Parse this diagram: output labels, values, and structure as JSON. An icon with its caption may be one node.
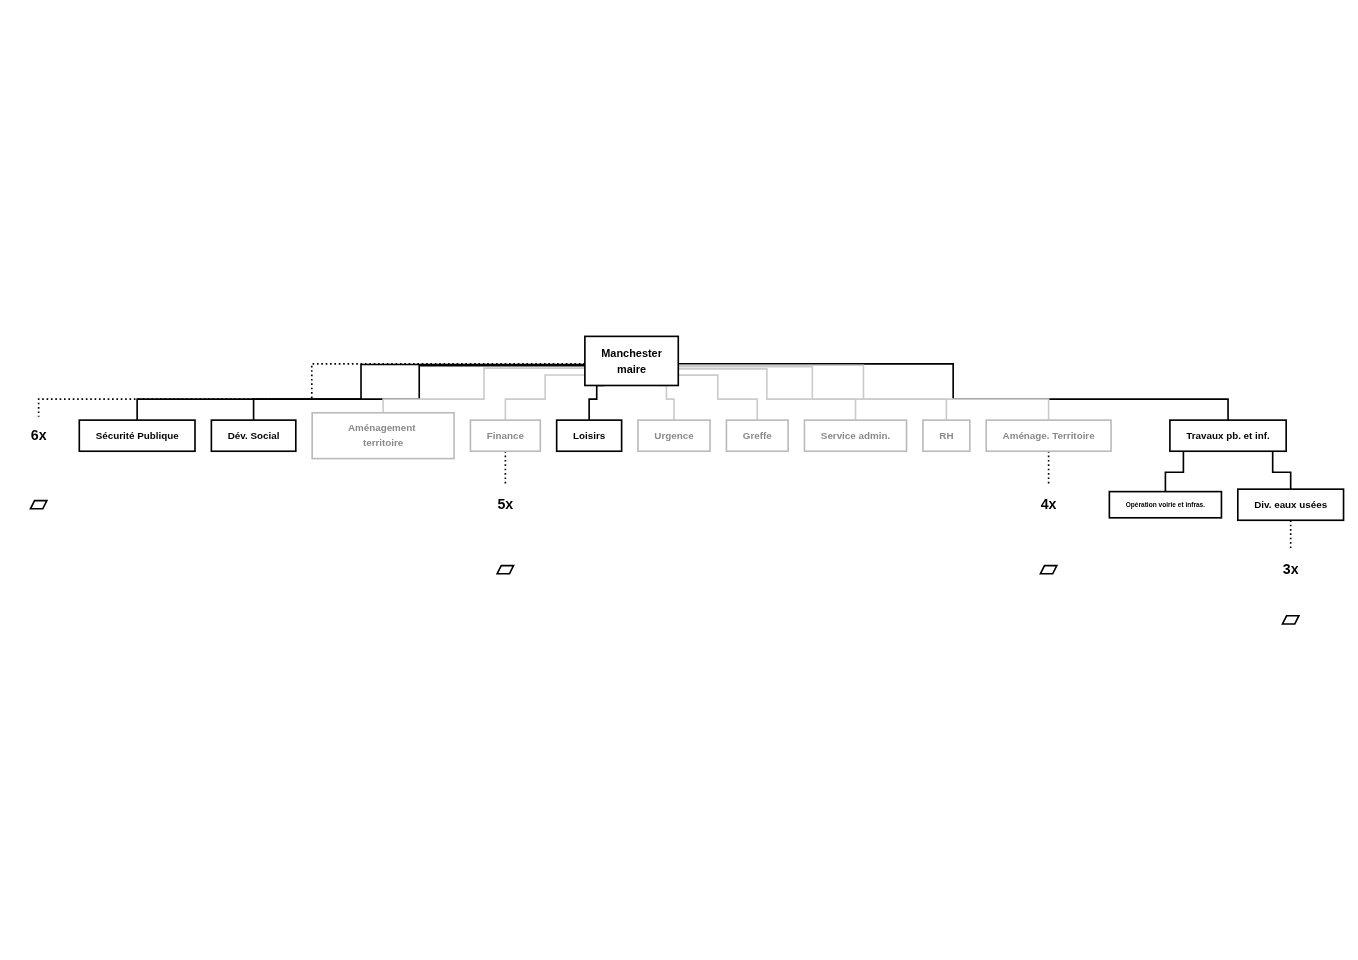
{
  "diagram": {
    "nodes": [
      {
        "text": [
          "Manchester",
          "maire"
        ]
      },
      {
        "text": [
          "6x"
        ]
      },
      {
        "text": [],
        "shape": "cube"
      },
      {
        "text": [
          "Sécurité Publique"
        ]
      },
      {
        "text": [
          "Dév. Social"
        ]
      },
      {
        "text": [
          "Aménagement territoire"
        ]
      },
      {
        "text": [
          "Finance"
        ]
      },
      {
        "text": [
          "5x"
        ]
      },
      {
        "text": [],
        "shape": "cube"
      },
      {
        "text": [
          "Loisirs"
        ]
      },
      {
        "text": [
          "Urgence"
        ]
      },
      {
        "text": [
          "Greffe"
        ]
      },
      {
        "text": [
          "Service admin."
        ]
      },
      {
        "text": [
          "RH"
        ]
      },
      {
        "text": [
          "Travaux pb. et inf."
        ]
      },
      {
        "text": [
          "Aménage. Territoire"
        ]
      },
      {
        "text": [
          "4x"
        ]
      },
      {
        "text": [],
        "shape": "cube"
      },
      {
        "text": [
          "Opération voirie et infras."
        ]
      },
      {
        "text": [
          "Div. eaux usées"
        ]
      },
      {
        "text": [
          "3x"
        ]
      },
      {
        "text": [],
        "shape": "cube"
      }
    ],
    "edges": [
      {
        "from": 0,
        "to": 1,
        "arrow": "none",
        "style": "dashed"
      },
      {
        "from": 0,
        "to": 3,
        "arrow": "none"
      },
      {
        "from": 0,
        "to": 4,
        "arrow": "none"
      },
      {
        "from": 0,
        "to": 5,
        "arrow": "none",
        "color": "#cccccc"
      },
      {
        "from": 0,
        "to": 6,
        "arrow": "none",
        "color": "#cccccc"
      },
      {
        "from": 6,
        "to": 7,
        "arrow": "none",
        "style": "dashed"
      },
      {
        "from": 0,
        "to": 9,
        "arrow": "none"
      },
      {
        "from": 0,
        "to": 10,
        "arrow": "none",
        "color": "#cccccc"
      },
      {
        "from": 0,
        "to": 11,
        "arrow": "none",
        "color": "#cccccc"
      },
      {
        "from": 0,
        "to": 12,
        "arrow": "none",
        "color": "#cccccc"
      },
      {
        "from": 0,
        "to": 13,
        "arrow": "none",
        "color": "#cccccc"
      },
      {
        "from": 0,
        "to": 14,
        "arrow": "none"
      },
      {
        "from": 0,
        "to": 15,
        "arrow": "none",
        "color": "#cccccc"
      },
      {
        "from": 15,
        "to": 16,
        "arrow": "none",
        "style": "dashed"
      },
      {
        "from": 14,
        "to": 18,
        "arrow": "none"
      },
      {
        "from": 14,
        "to": 19,
        "arrow": "none"
      },
      {
        "from": 19,
        "to": 20,
        "arrow": "none",
        "style": "dashed"
      }
    ]
  }
}
